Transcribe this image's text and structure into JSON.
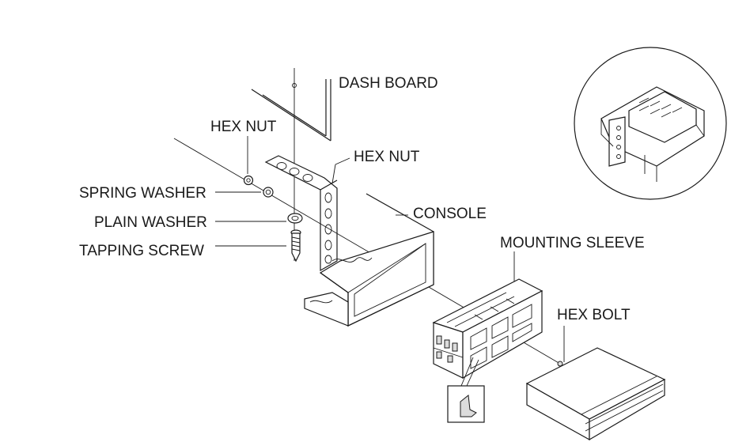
{
  "labels": {
    "dash_board": "DASH BOARD",
    "hex_nut_left": "HEX NUT",
    "hex_nut_right": "HEX NUT",
    "spring_washer": "SPRING WASHER",
    "plain_washer": "PLAIN WASHER",
    "tapping_screw": "TAPPING SCREW",
    "console": "CONSOLE",
    "mounting_sleeve": "MOUNTING SLEEVE",
    "hex_bolt": "HEX BOLT"
  }
}
